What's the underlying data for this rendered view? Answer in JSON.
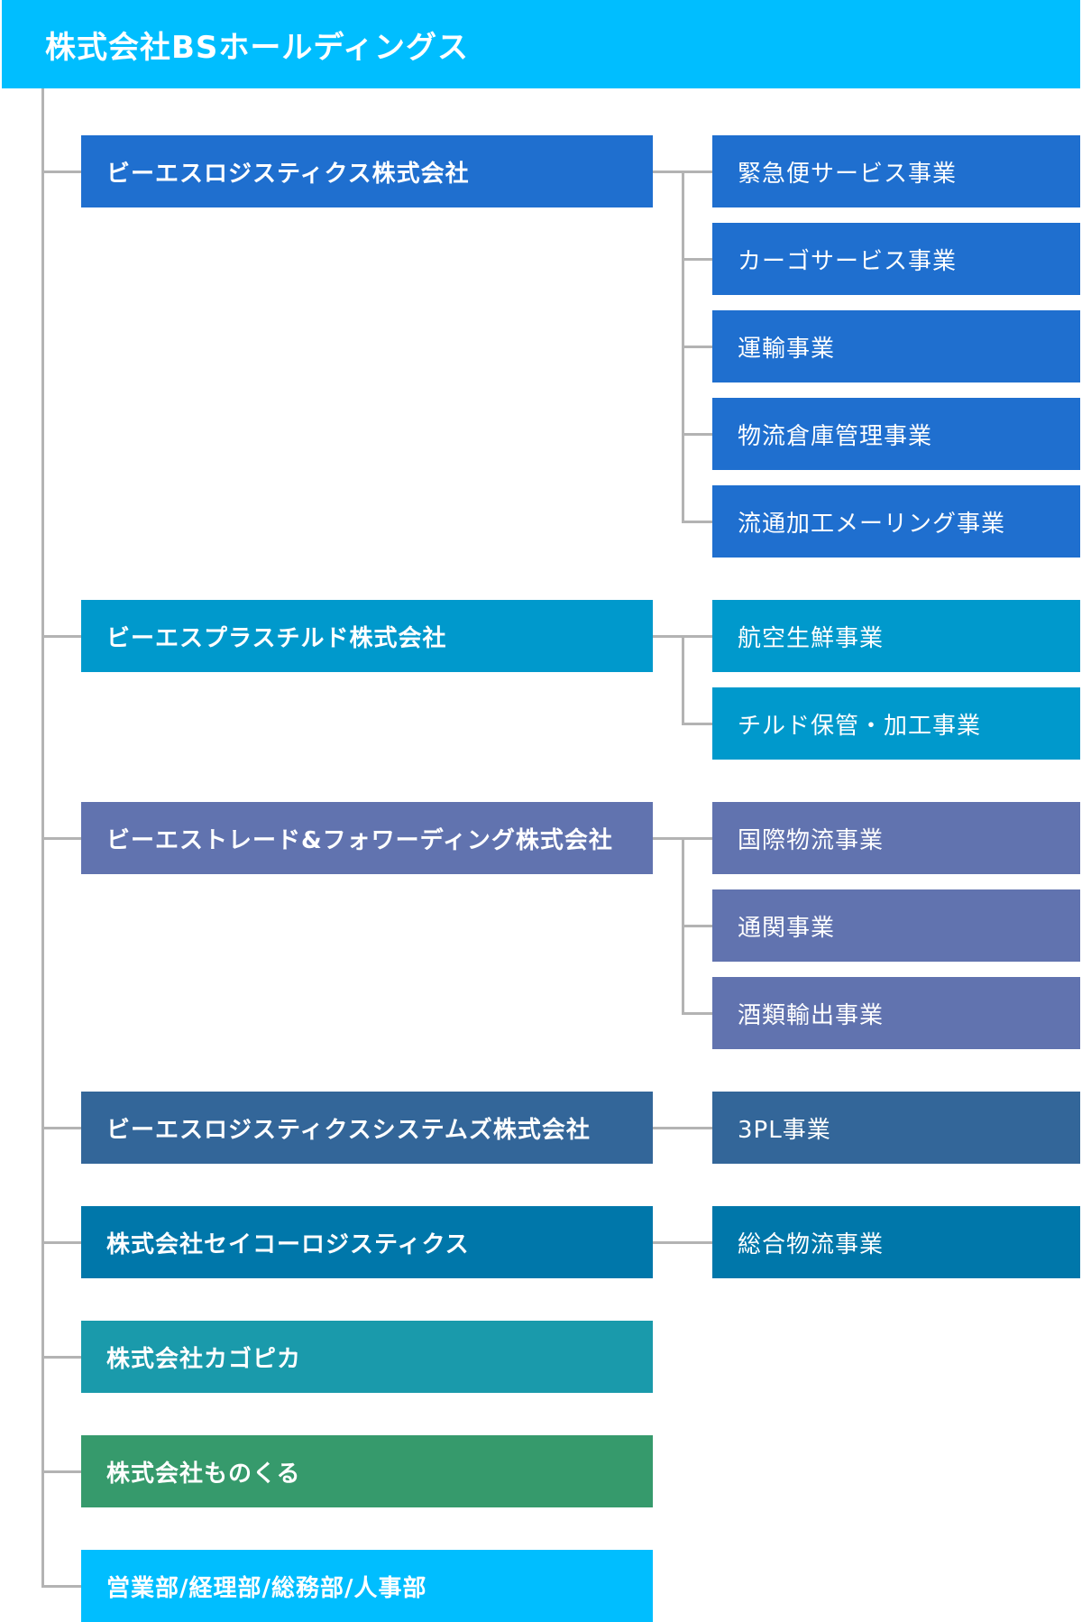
{
  "root": {
    "label": "株式会社BSホールディングス",
    "color": "#00BEFF"
  },
  "line_color": "#B3B3B3",
  "companies": [
    {
      "label": "ビーエスロジスティクス株式会社",
      "color": "#1F6FCF",
      "businesses": [
        "緊急便サービス事業",
        "カーゴサービス事業",
        "運輸事業",
        "物流倉庫管理事業",
        "流通加工メーリング事業"
      ]
    },
    {
      "label": "ビーエスプラスチルド株式会社",
      "color": "#0099CC",
      "businesses": [
        "航空生鮮事業",
        "チルド保管・加工事業"
      ]
    },
    {
      "label": "ビーエストレード&フォワーディング株式会社",
      "color": "#6173AF",
      "businesses": [
        "国際物流事業",
        "通関事業",
        "酒類輸出事業"
      ]
    },
    {
      "label": "ビーエスロジスティクスシステムズ株式会社",
      "color": "#336699",
      "businesses": [
        "3PL事業"
      ]
    },
    {
      "label": "株式会社セイコーロジスティクス",
      "color": "#0077AA",
      "businesses": [
        "総合物流事業"
      ]
    },
    {
      "label": "株式会社カゴピカ",
      "color": "#1A9AAB",
      "businesses": []
    },
    {
      "label": "株式会社ものくる",
      "color": "#369A6C",
      "businesses": []
    },
    {
      "label": "営業部/経理部/総務部/人事部",
      "color": "#00BEFF",
      "businesses": []
    }
  ]
}
